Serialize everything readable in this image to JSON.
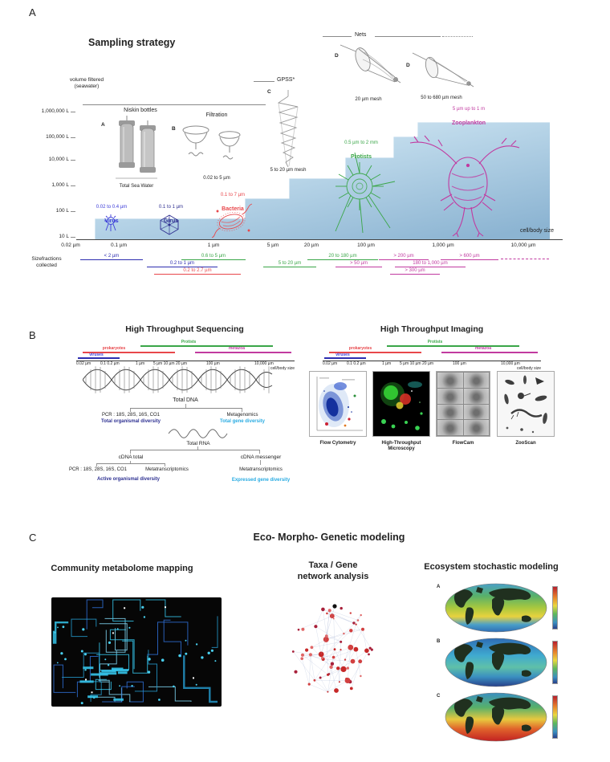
{
  "colors": {
    "virus_blue": "#3b3bd8",
    "girus_navy": "#2d2d8f",
    "bacteria_red": "#e8474b",
    "protist_green": "#3aa648",
    "zooplankton_magenta": "#c13aa0",
    "deep_blue_text": "#2e3192",
    "cyan_text": "#29abe2",
    "stair_fill_light": "#e6f1f8",
    "stair_fill_dark": "#8cb4d2"
  },
  "panelA": {
    "label": "A",
    "title": "Sampling strategy",
    "volume_label_1": "volume filtered",
    "volume_label_2": "(seawater)",
    "y_ticks": [
      "1,000,000 L",
      "100,000 L",
      "10,000 L",
      "1,000 L",
      "100 L",
      "10 L"
    ],
    "x_ticks": [
      "0.02 µm",
      "0.1 µm",
      "1 µm",
      "5 µm",
      "20 µm",
      "100 µm",
      "1,000 µm",
      "10,000 µm"
    ],
    "x_axis_label": "cell/body size",
    "equipment": {
      "niskin_title": "Niskin bottles",
      "niskin_letter": "A",
      "niskin_caption": "Total Sea Water",
      "filtration_title": "Filtration",
      "filtration_letter": "B",
      "filtration_caption": "0.02 to 5 µm",
      "gpss_title": "GPSS*",
      "gpss_letter": "C",
      "gpss_caption": "5 to 20 µm mesh",
      "nets_title": "Nets",
      "net1_letter": "D",
      "net1_caption": "20 µm mesh",
      "net2_letter": "D",
      "net2_caption": "50 to 680 µm mesh"
    },
    "organisms": [
      {
        "range": "0.02 to 0.4 µm",
        "name": "Virus"
      },
      {
        "range": "0.1 to 1 µm",
        "name": "Girus"
      },
      {
        "range": "0.1 to 7 µm",
        "name": "Bacteria"
      },
      {
        "range": "0.5 µm to 2 mm",
        "name": "Protists"
      },
      {
        "range": "5 µm up to 1 m",
        "name": "Zooplankton"
      }
    ],
    "fractions_title_1": "Sizefractions",
    "fractions_title_2": "collected",
    "fractions": [
      {
        "label": "< 2 µm"
      },
      {
        "label": "0.2 to 1 µm"
      },
      {
        "label": "0.2 to 2.7 µm"
      },
      {
        "label": "0.6 to 5 µm"
      },
      {
        "label": "5 to 20 µm"
      },
      {
        "label": "20 to 180 µm"
      },
      {
        "label": "> 50 µm"
      },
      {
        "label": "> 200 µm"
      },
      {
        "label": "180 to 1,000 µm"
      },
      {
        "label": "> 300 µm"
      },
      {
        "label": "> 600 µm"
      }
    ]
  },
  "panelB": {
    "label": "B",
    "seq_title": "High Throughput Sequencing",
    "img_title": "High Throughput Imaging",
    "axis": {
      "groups": [
        {
          "name": "viruses"
        },
        {
          "name": "prokaryotes"
        },
        {
          "name": "Protists"
        },
        {
          "name": "metazoa"
        }
      ],
      "ticks": [
        "0.02 µm",
        "0.1  0.2 µm",
        "1 µm",
        "5 µm 10 µm 20 µm",
        "100 µm",
        "10,000 µm"
      ],
      "label": "cell/body size"
    },
    "tree": {
      "total_dna": "Total DNA",
      "pcr1": "PCR : 18S, 28S, 16S, CO1",
      "total_organismal": "Total organismal diversity",
      "metagenomics": "Metagenomics",
      "total_gene": "Total gene diversity",
      "total_rna": "Total RNA",
      "cdna_total": "cDNA total",
      "cdna_messenger": "cDNA messenger",
      "pcr2": "PCR : 18S, 28S, 16S, CO1",
      "metatranscriptomics_left": "Metatranscriptomics",
      "active_organismal": "Active organismal diversity",
      "metatranscriptomics_right": "Metatranscriptomics",
      "expressed_gene": "Expressed gene diversity"
    },
    "imaging_methods": [
      {
        "label": "Flow Cytometry"
      },
      {
        "label": "High-Throughput Microscopy"
      },
      {
        "label": "FlowCam"
      },
      {
        "label": "ZooScan"
      }
    ]
  },
  "panelC": {
    "label": "C",
    "title": "Eco- Morpho- Genetic modeling",
    "metabolome_title": "Community metabolome mapping",
    "network_title_1": "Taxa / Gene",
    "network_title_2": "network analysis",
    "modeling_title": "Ecosystem stochastic modeling",
    "map_labels": [
      "A",
      "B",
      "C"
    ]
  }
}
